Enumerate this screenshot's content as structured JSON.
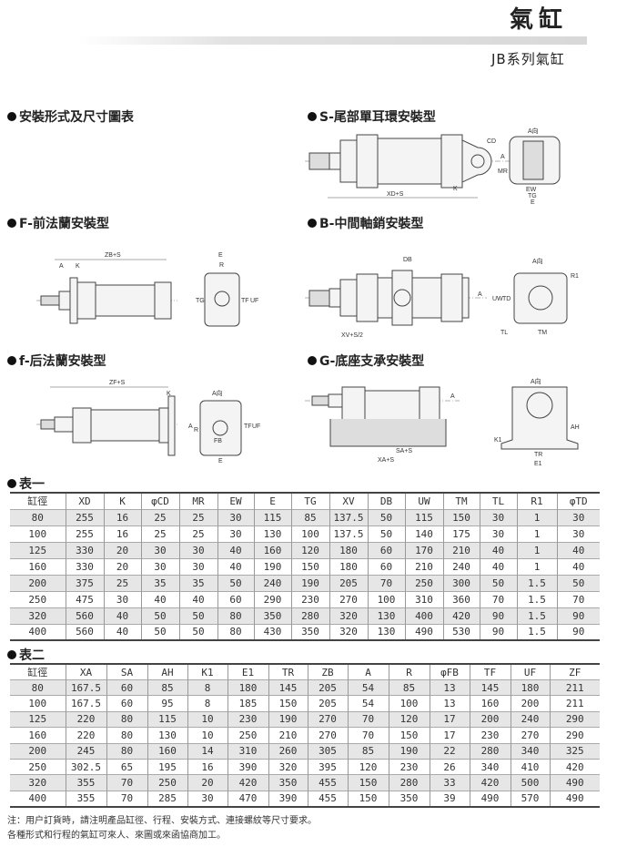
{
  "header": {
    "title": "氣缸",
    "subtitle": "JB系列氣缸"
  },
  "sections": {
    "overview": "安裝形式及尺寸圖表",
    "s_type": "S-尾部單耳環安裝型",
    "f_type": "F-前法蘭安裝型",
    "b_type": "B-中間軸銷安裝型",
    "rf_type": "f-后法蘭安裝型",
    "g_type": "G-底座支承安裝型"
  },
  "diagram_labels": {
    "s": {
      "cd": "CD",
      "mr": "MR",
      "a": "A",
      "k": "K",
      "xd": "XD+S",
      "a_dir": "A向",
      "ew": "EW",
      "tg": "TG",
      "e": "E"
    },
    "f": {
      "zb": "ZB+S",
      "a": "A",
      "k": "K",
      "e": "E",
      "r": "R",
      "tg": "TG",
      "tf": "TF",
      "uf": "UF"
    },
    "b": {
      "db": "DB",
      "xv": "XV+S/2",
      "a": "A",
      "a_dir": "A向",
      "uw": "UW",
      "td": "TD",
      "r1": "R1",
      "tl": "TL",
      "tm": "TM"
    },
    "rf": {
      "zf": "ZF+S",
      "k": "K",
      "a": "A",
      "a_dir": "A向",
      "r": "R",
      "fb": "FB",
      "tf": "TF",
      "uf": "UF",
      "e": "E"
    },
    "g": {
      "a": "A",
      "sa": "SA+S",
      "xa": "XA+S",
      "a_dir": "A向",
      "k1": "K1",
      "ah": "AH",
      "tr": "TR",
      "e1": "E1"
    }
  },
  "table1": {
    "label": "表一",
    "headers": [
      "缸徑",
      "XD",
      "K",
      "φCD",
      "MR",
      "EW",
      "E",
      "TG",
      "XV",
      "DB",
      "UW",
      "TM",
      "TL",
      "R1",
      "φTD"
    ],
    "rows": [
      [
        "80",
        "255",
        "16",
        "25",
        "25",
        "30",
        "115",
        "85",
        "137.5",
        "50",
        "115",
        "150",
        "30",
        "1",
        "30"
      ],
      [
        "100",
        "255",
        "16",
        "25",
        "25",
        "30",
        "130",
        "100",
        "137.5",
        "50",
        "140",
        "175",
        "30",
        "1",
        "30"
      ],
      [
        "125",
        "330",
        "20",
        "30",
        "30",
        "40",
        "160",
        "120",
        "180",
        "60",
        "170",
        "210",
        "40",
        "1",
        "40"
      ],
      [
        "160",
        "330",
        "20",
        "30",
        "30",
        "40",
        "190",
        "150",
        "180",
        "60",
        "210",
        "240",
        "40",
        "1",
        "40"
      ],
      [
        "200",
        "375",
        "25",
        "35",
        "35",
        "50",
        "240",
        "190",
        "205",
        "70",
        "250",
        "300",
        "50",
        "1.5",
        "50"
      ],
      [
        "250",
        "475",
        "30",
        "40",
        "40",
        "60",
        "290",
        "230",
        "270",
        "100",
        "310",
        "360",
        "70",
        "1.5",
        "70"
      ],
      [
        "320",
        "560",
        "40",
        "50",
        "50",
        "80",
        "350",
        "280",
        "320",
        "130",
        "400",
        "420",
        "90",
        "1.5",
        "90"
      ],
      [
        "400",
        "560",
        "40",
        "50",
        "50",
        "80",
        "430",
        "350",
        "320",
        "130",
        "490",
        "530",
        "90",
        "1.5",
        "90"
      ]
    ]
  },
  "table2": {
    "label": "表二",
    "headers": [
      "缸徑",
      "XA",
      "SA",
      "AH",
      "K1",
      "E1",
      "TR",
      "ZB",
      "A",
      "R",
      "φFB",
      "TF",
      "UF",
      "ZF"
    ],
    "rows": [
      [
        "80",
        "167.5",
        "60",
        "85",
        "8",
        "180",
        "145",
        "205",
        "54",
        "85",
        "13",
        "145",
        "180",
        "211"
      ],
      [
        "100",
        "167.5",
        "60",
        "95",
        "8",
        "185",
        "150",
        "205",
        "54",
        "100",
        "13",
        "160",
        "200",
        "211"
      ],
      [
        "125",
        "220",
        "80",
        "115",
        "10",
        "230",
        "190",
        "270",
        "70",
        "120",
        "17",
        "200",
        "240",
        "290"
      ],
      [
        "160",
        "220",
        "80",
        "130",
        "10",
        "250",
        "210",
        "270",
        "70",
        "150",
        "17",
        "230",
        "270",
        "290"
      ],
      [
        "200",
        "245",
        "80",
        "160",
        "14",
        "310",
        "260",
        "305",
        "85",
        "190",
        "22",
        "280",
        "340",
        "325"
      ],
      [
        "250",
        "302.5",
        "65",
        "195",
        "16",
        "390",
        "320",
        "395",
        "120",
        "230",
        "26",
        "340",
        "410",
        "420"
      ],
      [
        "320",
        "355",
        "70",
        "250",
        "20",
        "420",
        "350",
        "455",
        "150",
        "280",
        "33",
        "420",
        "500",
        "490"
      ],
      [
        "400",
        "355",
        "70",
        "285",
        "30",
        "470",
        "390",
        "455",
        "150",
        "350",
        "39",
        "490",
        "570",
        "490"
      ]
    ]
  },
  "notes": [
    "注：用户訂貨時，請注明產品缸徑、行程、安裝方式、連接螺紋等尺寸要求。",
    "各種形式和行程的氣缸可來人、來圖或來函協商加工。"
  ]
}
